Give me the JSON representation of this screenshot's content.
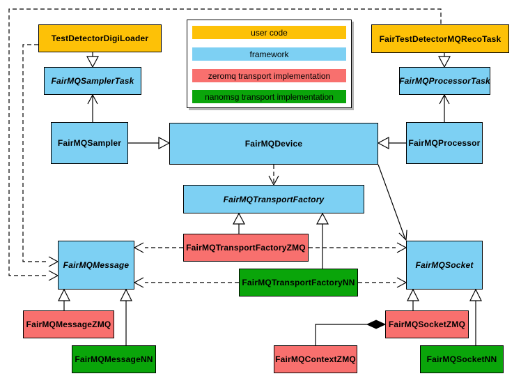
{
  "colors": {
    "user_code": "#FDC107",
    "framework": "#7DD0F3",
    "zeromq": "#F8706E",
    "nanomsg": "#0AA50A",
    "edge": "#000000",
    "background": "#FFFFFF"
  },
  "legend": {
    "items": [
      {
        "label": "user code",
        "color_key": "user_code"
      },
      {
        "label": "framework",
        "color_key": "framework"
      },
      {
        "label": "zeromq transport implementation",
        "color_key": "zeromq"
      },
      {
        "label": "nanomsg transport implementation",
        "color_key": "nanomsg"
      }
    ]
  },
  "nodes": {
    "testDetectorDigiLoader": {
      "label": "TestDetectorDigiLoader",
      "layer": "user code",
      "abstract": false
    },
    "fairMQSamplerTask": {
      "label": "FairMQSamplerTask",
      "layer": "framework",
      "abstract": true
    },
    "fairMQSampler": {
      "label": "FairMQSampler",
      "layer": "framework",
      "abstract": false
    },
    "fairMQDevice": {
      "label": "FairMQDevice",
      "layer": "framework",
      "abstract": false
    },
    "fairTestDetectorMQRecoTask": {
      "label": "FairTestDetectorMQRecoTask",
      "layer": "user code",
      "abstract": false
    },
    "fairMQProcessorTask": {
      "label": "FairMQProcessorTask",
      "layer": "framework",
      "abstract": true
    },
    "fairMQProcessor": {
      "label": "FairMQProcessor",
      "layer": "framework",
      "abstract": false
    },
    "fairMQTransportFactory": {
      "label": "FairMQTransportFactory",
      "layer": "framework",
      "abstract": true
    },
    "fairMQTransportFactoryZMQ": {
      "label": "FairMQTransportFactoryZMQ",
      "layer": "zeromq",
      "abstract": false
    },
    "fairMQTransportFactoryNN": {
      "label": "FairMQTransportFactoryNN",
      "layer": "nanomsg",
      "abstract": false
    },
    "fairMQMessage": {
      "label": "FairMQMessage",
      "layer": "framework",
      "abstract": true
    },
    "fairMQSocket": {
      "label": "FairMQSocket",
      "layer": "framework",
      "abstract": true
    },
    "fairMQMessageZMQ": {
      "label": "FairMQMessageZMQ",
      "layer": "zeromq",
      "abstract": false
    },
    "fairMQMessageNN": {
      "label": "FairMQMessageNN",
      "layer": "nanomsg",
      "abstract": false
    },
    "fairMQSocketZMQ": {
      "label": "FairMQSocketZMQ",
      "layer": "zeromq",
      "abstract": false
    },
    "fairMQSocketNN": {
      "label": "FairMQSocketNN",
      "layer": "nanomsg",
      "abstract": false
    },
    "fairMQContextZMQ": {
      "label": "FairMQContextZMQ",
      "layer": "zeromq",
      "abstract": false
    }
  },
  "edges": [
    {
      "from": "TestDetectorDigiLoader",
      "to": "FairMQSamplerTask",
      "type": "generalization-hollow-triangle",
      "line": "solid"
    },
    {
      "from": "FairTestDetectorMQRecoTask",
      "to": "FairMQProcessorTask",
      "type": "generalization-hollow-triangle",
      "line": "solid"
    },
    {
      "from": "FairMQSampler",
      "to": "FairMQSamplerTask",
      "type": "open-arrow",
      "line": "solid"
    },
    {
      "from": "FairMQProcessor",
      "to": "FairMQProcessorTask",
      "type": "open-arrow",
      "line": "solid"
    },
    {
      "from": "FairMQSampler",
      "to": "FairMQDevice",
      "type": "generalization-hollow-triangle",
      "line": "solid"
    },
    {
      "from": "FairMQProcessor",
      "to": "FairMQDevice",
      "type": "generalization-hollow-triangle",
      "line": "solid"
    },
    {
      "from": "FairMQDevice",
      "to": "FairMQTransportFactory",
      "type": "open-arrow",
      "line": "dashed"
    },
    {
      "from": "FairMQDevice",
      "to": "FairMQSocket",
      "type": "open-arrow",
      "line": "solid"
    },
    {
      "from": "FairMQTransportFactoryZMQ",
      "to": "FairMQTransportFactory",
      "type": "generalization-hollow-triangle",
      "line": "solid"
    },
    {
      "from": "FairMQTransportFactoryNN",
      "to": "FairMQTransportFactory",
      "type": "generalization-hollow-triangle",
      "line": "solid"
    },
    {
      "from": "TestDetectorDigiLoader",
      "to": "FairMQMessage",
      "type": "open-arrow",
      "line": "dashed"
    },
    {
      "from": "FairTestDetectorMQRecoTask",
      "to": "FairMQMessage",
      "type": "open-arrow",
      "line": "dashed"
    },
    {
      "from": "FairMQTransportFactoryZMQ",
      "to": "FairMQMessage",
      "type": "open-arrow",
      "line": "dashed"
    },
    {
      "from": "FairMQTransportFactoryZMQ",
      "to": "FairMQSocket",
      "type": "open-arrow",
      "line": "dashed"
    },
    {
      "from": "FairMQTransportFactoryNN",
      "to": "FairMQMessage",
      "type": "open-arrow",
      "line": "dashed"
    },
    {
      "from": "FairMQTransportFactoryNN",
      "to": "FairMQSocket",
      "type": "open-arrow",
      "line": "dashed"
    },
    {
      "from": "FairMQMessageZMQ",
      "to": "FairMQMessage",
      "type": "generalization-hollow-triangle",
      "line": "solid"
    },
    {
      "from": "FairMQMessageNN",
      "to": "FairMQMessage",
      "type": "generalization-hollow-triangle",
      "line": "solid"
    },
    {
      "from": "FairMQSocketZMQ",
      "to": "FairMQSocket",
      "type": "generalization-hollow-triangle",
      "line": "solid"
    },
    {
      "from": "FairMQSocketNN",
      "to": "FairMQSocket",
      "type": "generalization-hollow-triangle",
      "line": "solid"
    },
    {
      "from": "FairMQContextZMQ",
      "to": "FairMQSocketZMQ",
      "type": "composition-filled-diamond",
      "line": "solid"
    }
  ]
}
